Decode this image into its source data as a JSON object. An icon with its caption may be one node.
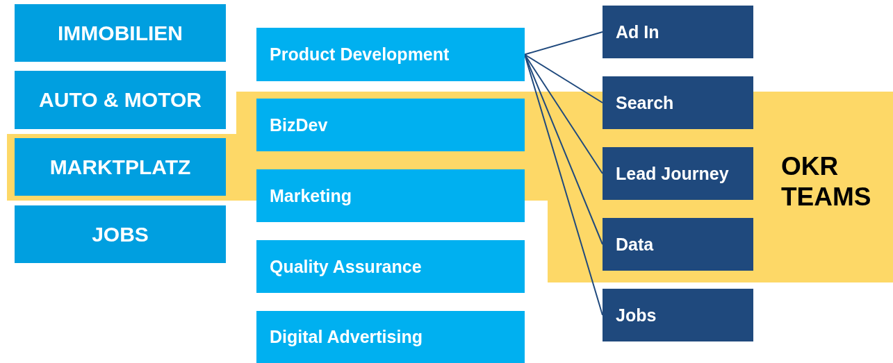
{
  "diagram": {
    "nodes": [
      {
        "text": [
          "IMMOBILIEN"
        ]
      },
      {
        "text": [
          "AUTO & MOTOR"
        ]
      },
      {
        "text": [
          "MARKTPLATZ"
        ]
      },
      {
        "text": [
          "JOBS"
        ]
      },
      {
        "text": [
          "Product Development"
        ]
      },
      {
        "text": [
          "BizDev"
        ]
      },
      {
        "text": [
          "Marketing"
        ]
      },
      {
        "text": [
          "Quality Assurance"
        ]
      },
      {
        "text": [
          "Digital Advertising"
        ]
      },
      {
        "text": [
          "Ad In"
        ]
      },
      {
        "text": [
          "Search"
        ]
      },
      {
        "text": [
          "Lead Journey"
        ]
      },
      {
        "text": [
          "Data"
        ]
      },
      {
        "text": [
          "Jobs"
        ]
      }
    ],
    "labels": [
      "OKR TEAMS"
    ],
    "edges": [
      {
        "from": 4,
        "to": 9,
        "arrow": "none"
      },
      {
        "from": 4,
        "to": 10,
        "arrow": "none"
      },
      {
        "from": 4,
        "to": 11,
        "arrow": "none"
      },
      {
        "from": 4,
        "to": 12,
        "arrow": "none"
      },
      {
        "from": 4,
        "to": 13,
        "arrow": "none"
      }
    ]
  }
}
